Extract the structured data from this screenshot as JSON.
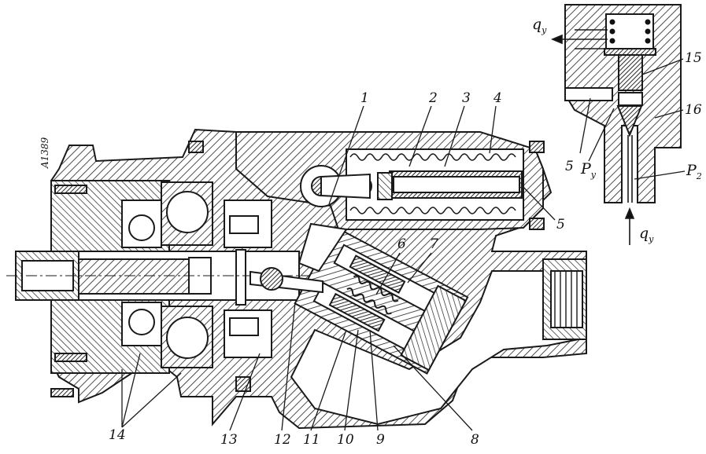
{
  "stamp": "A1389",
  "callouts": {
    "n1": "1",
    "n2": "2",
    "n3": "3",
    "n4": "4",
    "n5a": "5",
    "n5b": "5",
    "n6": "6",
    "n7": "7",
    "n8": "8",
    "n9": "9",
    "n10": "10",
    "n11": "11",
    "n12": "12",
    "n13": "13",
    "n14": "14",
    "n15": "15",
    "n16": "16"
  },
  "flow_labels": {
    "qy_top": "q",
    "qy_top_sub": "y",
    "qy_bottom": "q",
    "qy_bottom_sub": "y",
    "py": "P",
    "py_sub": "y",
    "p2": "P",
    "p2_sub": "2"
  },
  "colors": {
    "ink": "#1a1a1a",
    "hatch": "#2a2a2a",
    "paper": "#ffffff"
  }
}
